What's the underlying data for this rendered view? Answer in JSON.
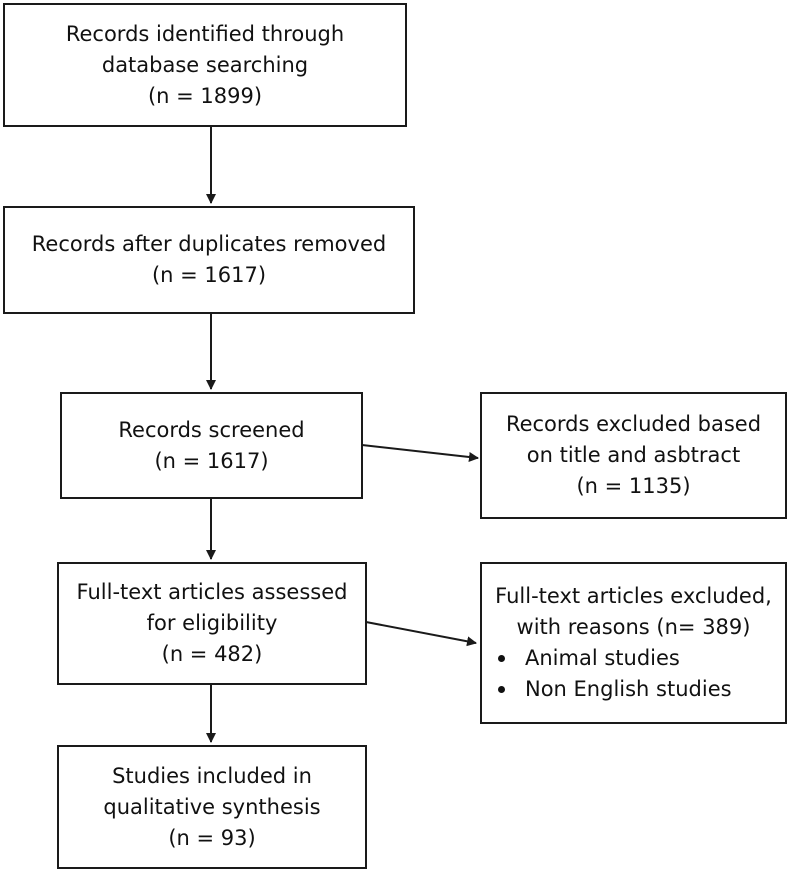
{
  "boxes": {
    "identified": {
      "lines": [
        "Records identified through",
        "database searching",
        "(n = 1899)"
      ]
    },
    "after_duplicates": {
      "lines": [
        "Records after duplicates removed",
        "(n = 1617)"
      ]
    },
    "screened": {
      "lines": [
        "Records screened",
        "(n = 1617)"
      ]
    },
    "excluded_title_abstract": {
      "lines": [
        "Records excluded based",
        "on title and asbtract",
        "(n = 1135)"
      ]
    },
    "fulltext_assessed": {
      "lines": [
        "Full-text articles assessed",
        "for eligibility",
        "(n = 482)"
      ]
    },
    "fulltext_excluded": {
      "lines": [
        "Full-text articles excluded,",
        "with reasons (n= 389)"
      ],
      "bullets": [
        "Animal studies",
        "Non English studies"
      ]
    },
    "included": {
      "lines": [
        "Studies included in",
        "qualitative synthesis",
        "(n = 93)"
      ]
    }
  }
}
